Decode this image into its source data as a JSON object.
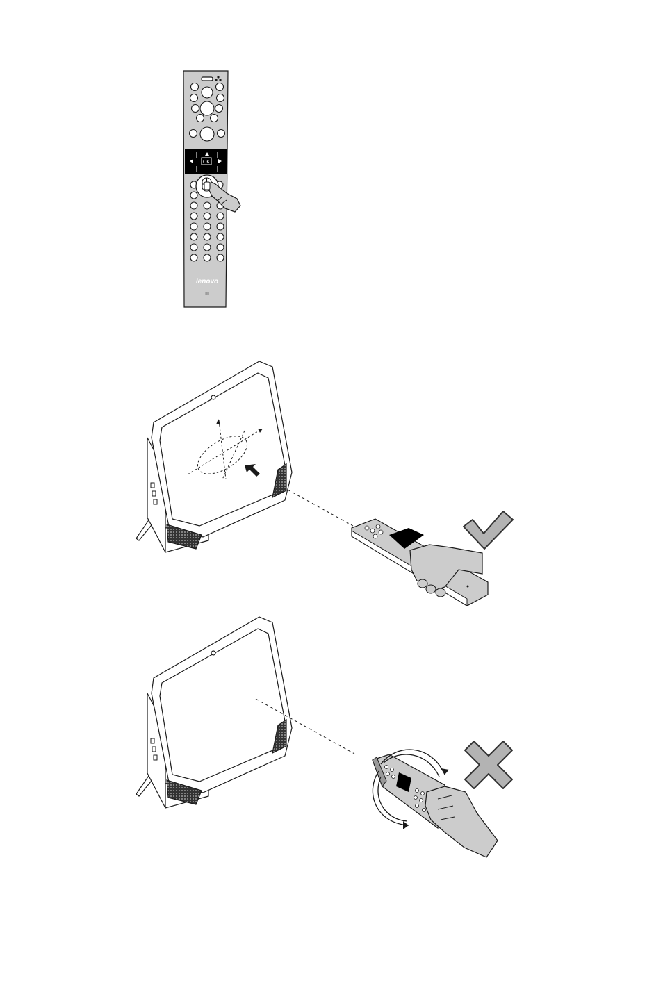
{
  "remote": {
    "ok_label": "OK",
    "brand": "lenovo",
    "ir_mark": "III"
  },
  "icons": {
    "correct": "check-mark-icon",
    "wrong": "cross-mark-icon",
    "mouse": "mouse-icon",
    "cursor": "cursor-arrow-icon",
    "pointing_hand": "pointing-hand-icon"
  },
  "colors": {
    "remote_body": "#cccccc",
    "nav_band": "#000000",
    "mark_gray": "#b3b3b3",
    "outline": "#1a1a1a"
  }
}
